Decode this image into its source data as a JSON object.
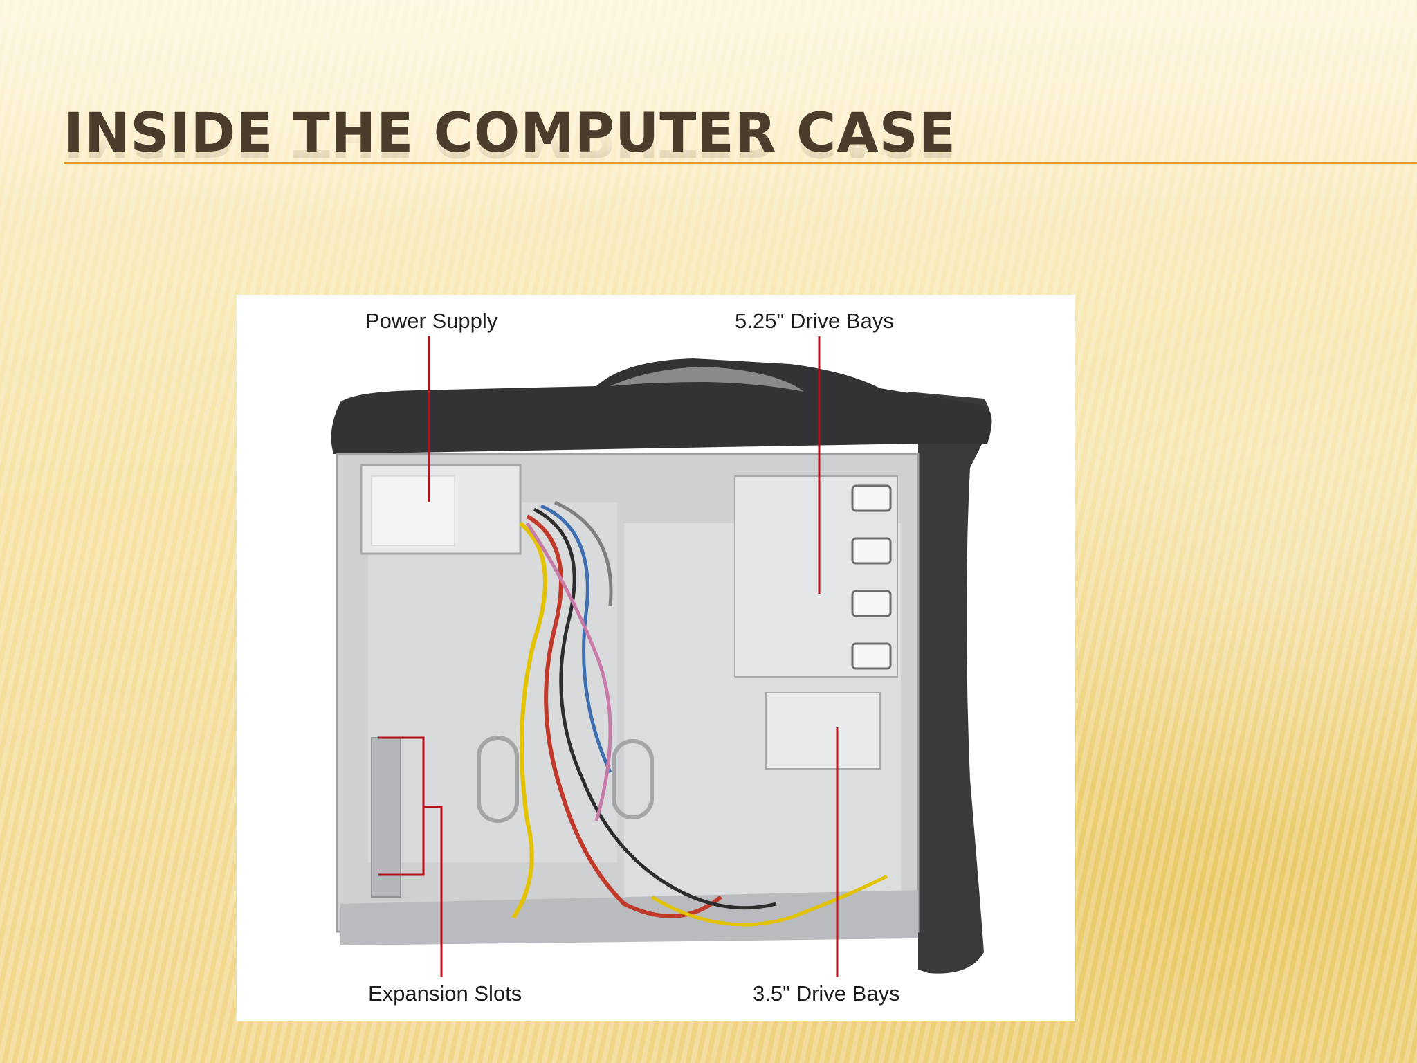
{
  "slide": {
    "title": "INSIDE THE COMPUTER CASE",
    "accent_color": "#e79a2c",
    "title_color": "#4a3d2c"
  },
  "figure": {
    "labels": {
      "power_supply": "Power Supply",
      "drive_bays_525": "5.25\" Drive Bays",
      "expansion_slots": "Expansion Slots",
      "drive_bays_35": "3.5\" Drive Bays"
    },
    "callout_color": "#b5121b"
  }
}
